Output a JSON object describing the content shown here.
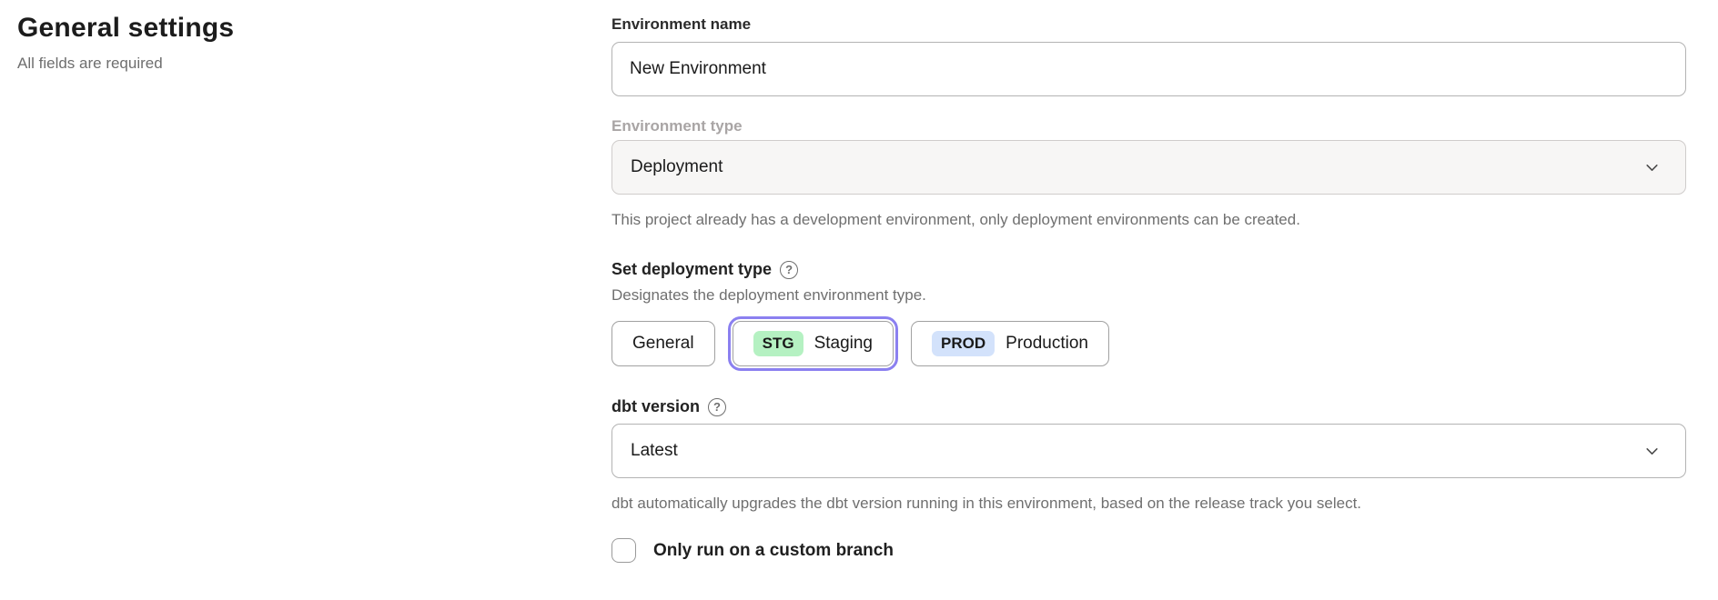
{
  "page": {
    "title": "General settings",
    "subtitle": "All fields are required"
  },
  "form": {
    "environment_name": {
      "label": "Environment name",
      "value": "New Environment"
    },
    "environment_type": {
      "label": "Environment type",
      "value": "Deployment",
      "disabled": true,
      "helper": "This project already has a development environment, only deployment environments can be created."
    },
    "deployment_type": {
      "label": "Set deployment type",
      "description": "Designates the deployment environment type.",
      "options": [
        {
          "label": "General",
          "badge": "",
          "selected": false
        },
        {
          "label": "Staging",
          "badge": "STG",
          "selected": true
        },
        {
          "label": "Production",
          "badge": "PROD",
          "selected": false
        }
      ]
    },
    "dbt_version": {
      "label": "dbt version",
      "value": "Latest",
      "helper": "dbt automatically upgrades the dbt version running in this environment, based on the release track you select."
    },
    "custom_branch": {
      "label": "Only run on a custom branch",
      "checked": false
    }
  },
  "icons": {
    "help_glyph": "?"
  },
  "colors": {
    "accent_ring": "#8b80f0",
    "staging_badge_bg": "#b5f1c2",
    "production_badge_bg": "#d3e2fb",
    "disabled_field_bg": "#f7f6f5",
    "helper_text": "#6f6f6f"
  }
}
